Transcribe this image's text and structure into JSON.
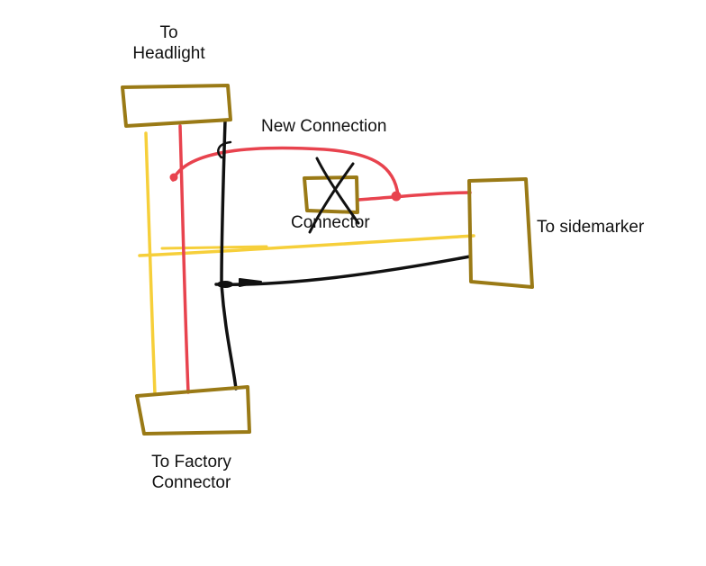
{
  "labels": {
    "headlight": [
      "To",
      "Headlight"
    ],
    "new_connection": "New Connection",
    "connector": "Connector",
    "sidemarker": "To sidemarker",
    "factory": [
      "To Factory",
      "Connector"
    ]
  },
  "colors": {
    "background": "#ffffff",
    "connector_outline": "#9a7a16",
    "wire_red": "#e8434e",
    "wire_yellow": "#f6cf3a",
    "wire_black": "#111111",
    "cross_mark": "#111111",
    "text": "#111111"
  }
}
